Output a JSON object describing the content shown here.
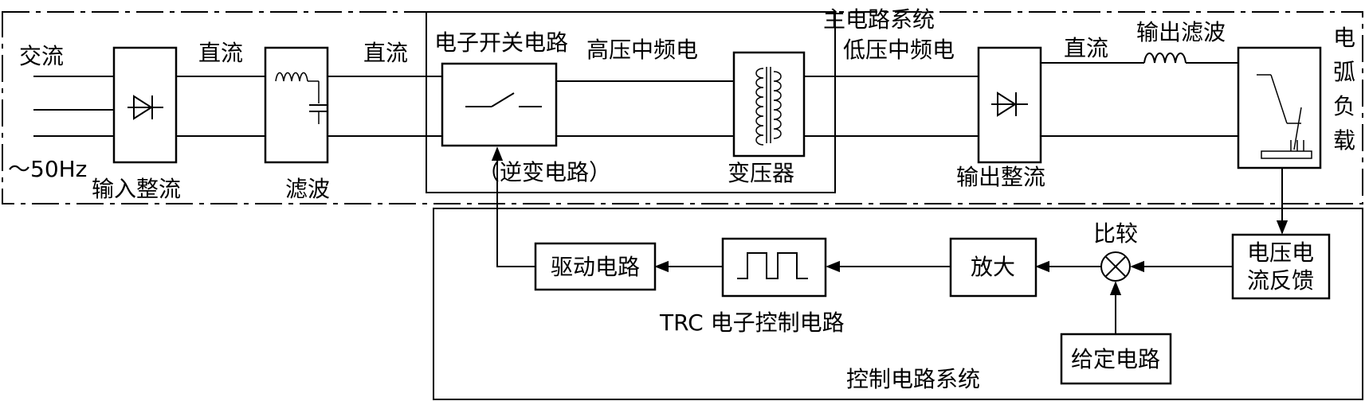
{
  "main_system": {
    "title": "主电路系统",
    "ac_in": "交流",
    "freq": "～50Hz",
    "dc1": "直流",
    "dc2": "直流",
    "switch_circuit": "电子开关电路",
    "hv_mid_freq": "高压中频电",
    "inverter": "（逆变电路）",
    "transformer": "变压器",
    "lv_mid_freq": "低压中频电",
    "dc3": "直流",
    "output_filter": "输出滤波",
    "input_rectifier": "输入整流",
    "filter": "滤波",
    "output_rectifier": "输出整流",
    "arc_load": [
      "电",
      "弧",
      "负",
      "载"
    ]
  },
  "control_system": {
    "title": "控制电路系统",
    "drive_circuit": "驱动电路",
    "trc_control": "TRC 电子控制电路",
    "amplifier": "放大",
    "compare": "比较",
    "feedback": [
      "电压电",
      "流反馈"
    ],
    "setpoint": "给定电路"
  }
}
